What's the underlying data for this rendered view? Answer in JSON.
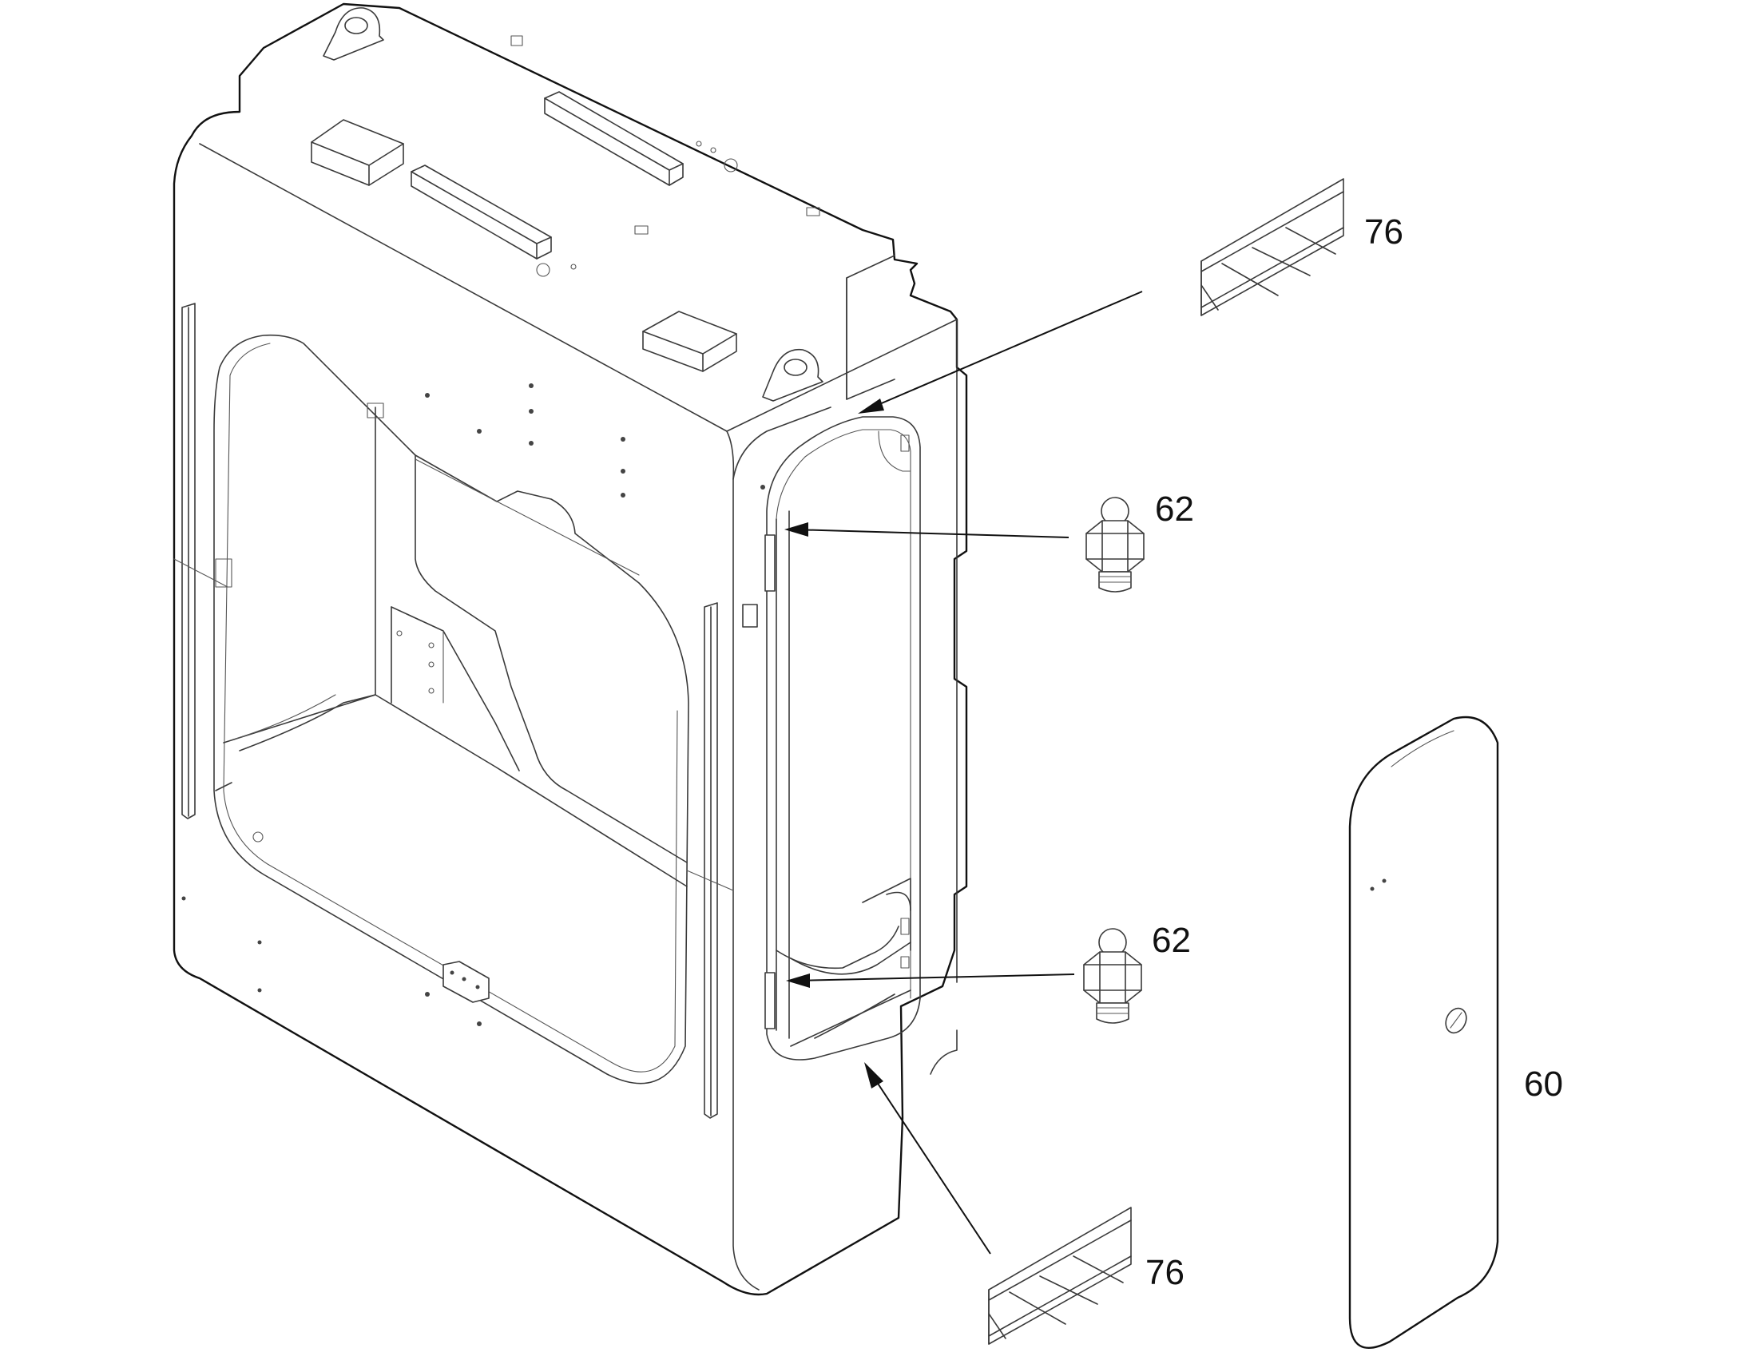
{
  "diagram": {
    "type": "exploded parts illustration",
    "callouts": [
      {
        "id": "callout-76-top",
        "label": "76",
        "part": "hatched-label-plate"
      },
      {
        "id": "callout-62-top",
        "label": "62",
        "part": "grease-fitting"
      },
      {
        "id": "callout-62-bottom",
        "label": "62",
        "part": "grease-fitting"
      },
      {
        "id": "callout-76-bottom",
        "label": "76",
        "part": "hatched-label-plate"
      },
      {
        "id": "callout-60",
        "label": "60",
        "part": "access-cover-panel"
      }
    ]
  }
}
